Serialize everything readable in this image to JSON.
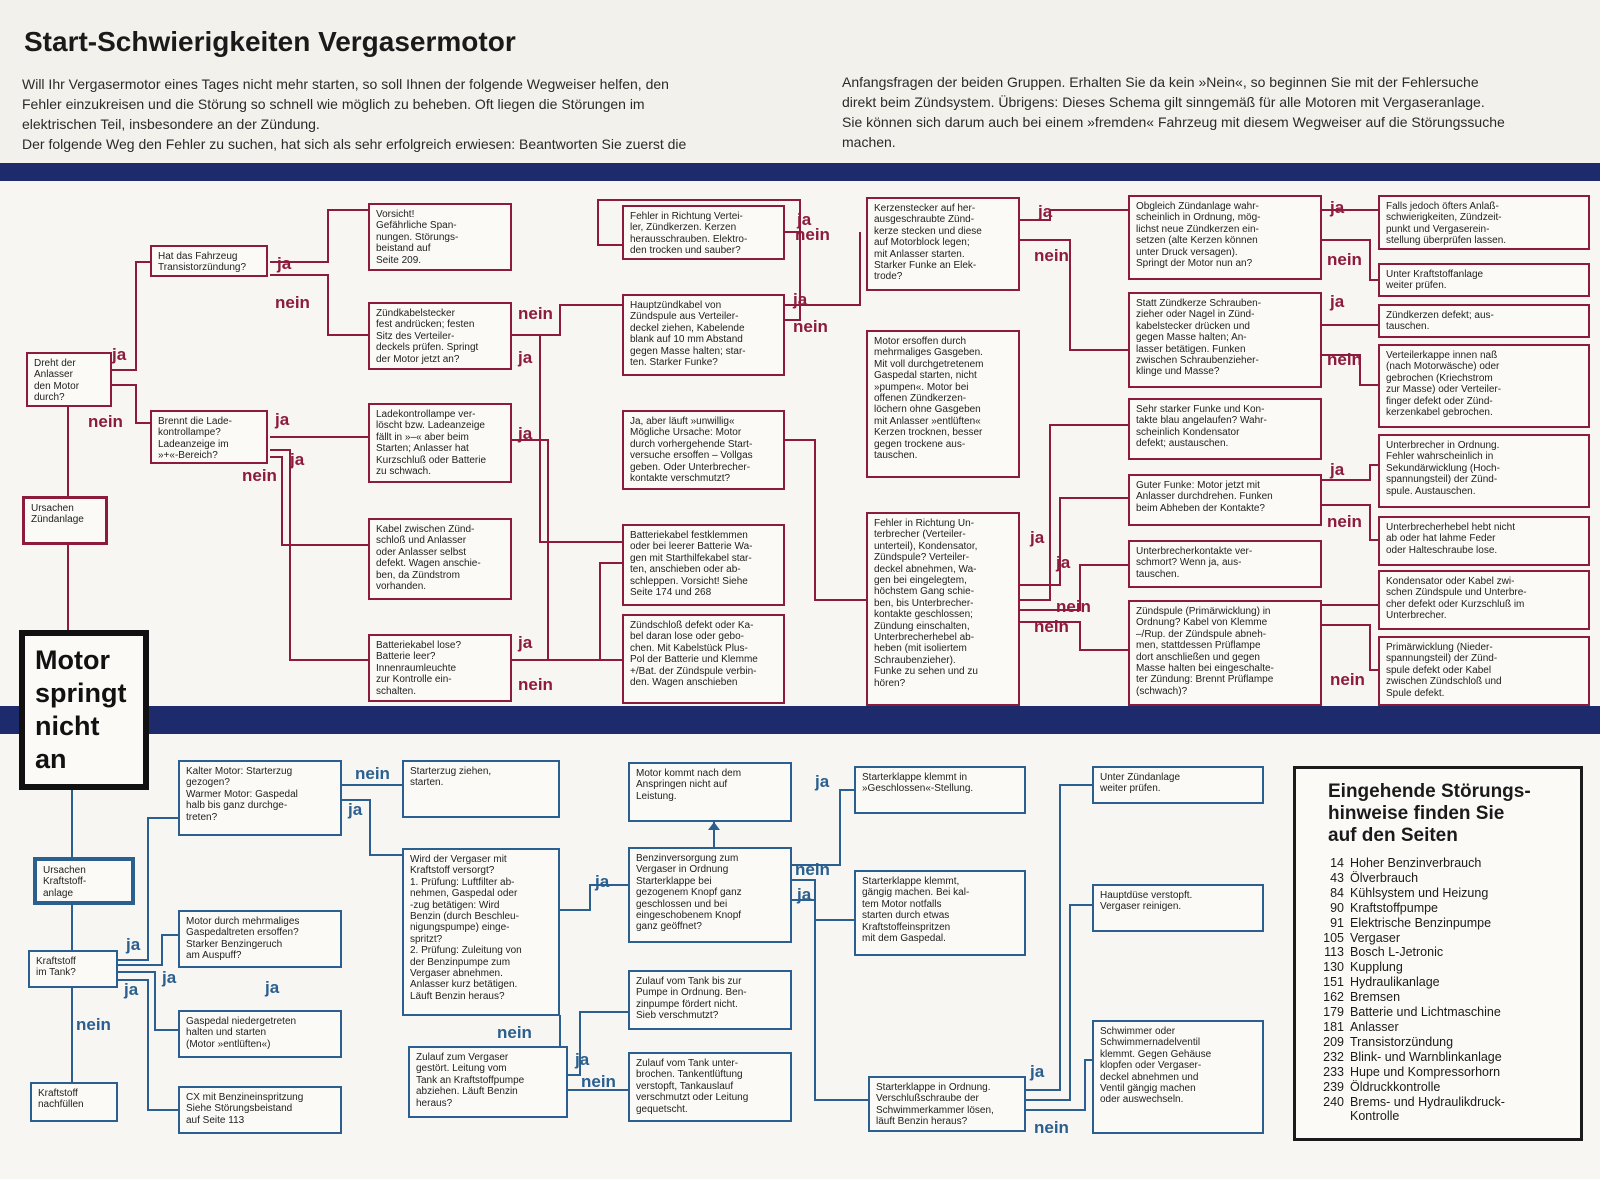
{
  "title": "Start-Schwierigkeiten Vergasermotor",
  "intro": {
    "left_lines": [
      "Will Ihr Vergasermotor eines Tages nicht mehr starten, so soll Ihnen der folgende Wegweiser helfen, den",
      "Fehler einzukreisen und die Störung so schnell wie möglich zu beheben. Oft liegen die Störungen im",
      "elektrischen Teil, insbesondere an der Zündung.",
      "Der folgende Weg den Fehler zu suchen, hat sich als sehr erfolgreich erwiesen: Beantworten Sie zuerst die"
    ],
    "right_lines": [
      "Anfangsfragen der beiden Gruppen. Erhalten Sie da kein »Nein«, so beginnen Sie mit der Fehlersuche",
      "direkt beim Zündsystem. Übrigens: Dieses Schema gilt sinngemäß für alle Motoren mit Vergaseranlage.",
      "Sie können sich darum auch bei einem »fremden« Fahrzeug mit diesem Wegweiser auf die Störungssuche",
      "machen."
    ]
  },
  "main_box": "Motor\nspringt\nnicht\nan",
  "nodes": [
    {
      "id": "z_cause",
      "text": "Ursachen\nZündanlage"
    },
    {
      "id": "z_dreht",
      "text": "Dreht der\nAnlasser\nden Motor\ndurch?"
    },
    {
      "id": "z_transistor",
      "text": "Hat das Fahrzeug\nTransistorzündung?"
    },
    {
      "id": "z_vorsicht",
      "text": "Vorsicht!\nGefährliche Span-\nnungen. Störungs-\nbeistand auf\nSeite 209."
    },
    {
      "id": "z_zuendkabelstecker",
      "text": "Zündkabelstecker\nfest andrücken; festen\nSitz des Verteiler-\ndeckels prüfen. Springt\nder Motor jetzt an?"
    },
    {
      "id": "z_ladekontroll",
      "text": "Brennt die Lade-\nkontrollampe?\nLadeanzeige im\n»+«-Bereich?"
    },
    {
      "id": "z_ladekontroll_verl",
      "text": "Ladekontrollampe ver-\nlöscht bzw. Ladeanzeige\nfällt in »–« aber beim\nStarten; Anlasser hat\nKurzschluß oder Batterie\nzu schwach."
    },
    {
      "id": "z_kabel_zuendschloss",
      "text": "Kabel zwischen Zünd-\nschloß und Anlasser\noder Anlasser selbst\ndefekt. Wagen anschie-\nben, da Zündstrom\nvorhanden."
    },
    {
      "id": "z_batteriekabel_lose",
      "text": "Batteriekabel lose?\nBatterie leer?\nInnenraumleuchte\nzur Kontrolle ein-\nschalten."
    },
    {
      "id": "z_fehler_kerzen",
      "text": "Fehler in Richtung Vertei-\nler, Zündkerzen. Kerzen\nherausschrauben. Elektro-\nden trocken und sauber?"
    },
    {
      "id": "z_hauptzuendkabel",
      "text": "Hauptzündkabel von\nZündspule aus Verteiler-\ndeckel ziehen, Kabelende\nblank auf 10 mm Abstand\ngegen Masse halten; star-\nten. Starker Funke?"
    },
    {
      "id": "z_unwillig",
      "text": "Ja, aber läuft »unwillig«\nMögliche Ursache: Motor\ndurch vorhergehende Start-\nversuche ersoffen – Vollgas\ngeben. Oder Unterbrecher-\nkontakte verschmutzt?"
    },
    {
      "id": "z_batteriekabel_fest",
      "text": "Batteriekabel festklemmen\noder bei leerer Batterie Wa-\ngen mit Starthilfekabel star-\nten, anschieben oder ab-\nschleppen. Vorsicht! Siehe\nSeite 174 und 268"
    },
    {
      "id": "z_zuendschloss_defekt",
      "text": "Zündschloß defekt oder Ka-\nbel daran lose oder gebo-\nchen. Mit Kabelstück Plus-\nPol der Batterie und Klemme\n+/Bat. der Zündspule verbin-\nden. Wagen anschieben"
    },
    {
      "id": "z_kerzenstecker",
      "text": "Kerzenstecker auf her-\nausgeschraubte Zünd-\nkerze stecken und diese\nauf Motorblock legen;\nmit Anlasser starten.\nStarker Funke an Elek-\ntrode?"
    },
    {
      "id": "z_ersoffen",
      "text": "Motor ersoffen durch\nmehrmaliges Gasgeben.\nMit voll durchgetretenem\nGaspedal starten, nicht\n»pumpen«. Motor bei\noffenen Zündkerzen-\nlöchern ohne Gasgeben\nmit Anlasser »entlüften«\nKerzen trocknen, besser\ngegen trockene aus-\ntauschen."
    },
    {
      "id": "z_fehler_unterbrecher",
      "text": "Fehler in Richtung Un-\nterbrecher (Verteiler-\nunterteil), Kondensator,\nZündspule? Verteiler-\ndeckel abnehmen, Wa-\ngen bei eingelegtem,\nhöchstem Gang schie-\nben, bis Unterbrecher-\nkontakte geschlossen;\nZündung einschalten,\nUnterbrecherhebel ab-\nheben (mit isoliertem\nSchraubenzieher).\nFunke zu sehen und zu\nhören?"
    },
    {
      "id": "z_obgleich",
      "text": "Obgleich Zündanlage wahr-\nscheinlich in Ordnung, mög-\nlichst neue Zündkerzen ein-\nsetzen (alte Kerzen können\nunter Druck versagen).\nSpringt der Motor nun an?"
    },
    {
      "id": "z_schraubenzieher",
      "text": "Statt Zündkerze Schrauben-\nzieher oder Nagel in Zünd-\nkabelstecker drücken und\ngegen Masse halten; An-\nlasser betätigen. Funken\nzwischen Schraubenzieher-\nklinge und Masse?"
    },
    {
      "id": "z_sehr_starker",
      "text": "Sehr starker Funke und Kon-\ntakte blau angelaufen? Wahr-\nscheinlich Kondensator\ndefekt; austauschen."
    },
    {
      "id": "z_guter_funke",
      "text": "Guter Funke: Motor jetzt mit\nAnlasser durchdrehen. Funken\nbeim Abheben der Kontakte?"
    },
    {
      "id": "z_unterbrecherkontakte",
      "text": "Unterbrecherkontakte ver-\nschmort? Wenn ja, aus-\ntauschen."
    },
    {
      "id": "z_zuendspule",
      "text": "Zündspule (Primärwicklung) in\nOrdnung? Kabel von Klemme\n–/Rup. der Zündspule abneh-\nmen, stattdessen Prüflampe\ndort anschließen und gegen\nMasse halten bei eingeschalte-\nter Zündung: Brennt Prüflampe\n(schwach)?"
    },
    {
      "id": "z_falls_jedoch",
      "text": "Falls jedoch öfters Anlaß-\nschwierigkeiten, Zündzeit-\npunkt und Vergaserein-\nstellung überprüfen lassen."
    },
    {
      "id": "z_unter_kraftstoff",
      "text": "Unter Kraftstoffanlage\nweiter prüfen."
    },
    {
      "id": "z_zuendkerzen_defekt",
      "text": "Zündkerzen defekt; aus-\ntauschen."
    },
    {
      "id": "z_verteilerkappe",
      "text": "Verteilerkappe innen naß\n(nach Motorwäsche) oder\ngebrochen (Kriechstrom\nzur Masse) oder Verteiler-\nfinger defekt oder Zünd-\nkerzenkabel gebrochen."
    },
    {
      "id": "z_unterbrecher_ok",
      "text": "Unterbrecher in Ordnung.\nFehler wahrscheinlich in\nSekundärwicklung (Hoch-\nspannungsteil) der Zünd-\nspule. Austauschen."
    },
    {
      "id": "z_unterbrecherhebel",
      "text": "Unterbrecherhebel hebt nicht\nab oder hat lahme Feder\noder Halteschraube lose."
    },
    {
      "id": "z_kondensator",
      "text": "Kondensator oder Kabel zwi-\nschen Zündspule und Unterbre-\ncher defekt oder Kurzschluß im\nUnterbrecher."
    },
    {
      "id": "z_primaer",
      "text": "Primärwicklung (Nieder-\nspannungsteil) der Zünd-\nspule defekt oder Kabel\nzwischen Zündschloß und\nSpule defekt."
    },
    {
      "id": "k_cause",
      "text": "Ursachen\nKraftstoff-\nanlage"
    },
    {
      "id": "k_tank",
      "text": "Kraftstoff\nim Tank?"
    },
    {
      "id": "k_nachfuellen",
      "text": "Kraftstoff\nnachfüllen"
    },
    {
      "id": "k_kalter",
      "text": "Kalter Motor: Starterzug\ngezogen?\nWarmer Motor: Gaspedal\nhalb bis ganz durchge-\ntreten?"
    },
    {
      "id": "k_mehrmaliges",
      "text": "Motor durch mehrmaliges\nGaspedaltreten ersoffen?\nStarker Benzingeruch\nam Auspuff?"
    },
    {
      "id": "k_gaspedal",
      "text": "Gaspedal niedergetreten\nhalten und starten\n(Motor »entlüften«)"
    },
    {
      "id": "k_cx",
      "text": "CX mit Benzineinspritzung\nSiehe Störungsbeistand\nauf Seite 113"
    },
    {
      "id": "k_starterzug",
      "text": "Starterzug ziehen,\nstarten."
    },
    {
      "id": "k_vergaser",
      "text": "Wird der Vergaser mit\nKraftstoff versorgt?\n1. Prüfung: Luftfilter ab-\nnehmen, Gaspedal oder\n-zug betätigen: Wird\nBenzin (durch Beschleu-\nnigungspumpe) einge-\nspritzt?\n2. Prüfung: Zuleitung von\nder Benzinpumpe zum\nVergaser abnehmen.\nAnlasser kurz betätigen.\nLäuft Benzin heraus?"
    },
    {
      "id": "k_zulauf_gestoert",
      "text": "Zulauf zum Vergaser\ngestört. Leitung vom\nTank an Kraftstoffpumpe\nabziehen. Läuft Benzin\nheraus?"
    },
    {
      "id": "k_motor_kommt",
      "text": "Motor kommt nach dem\nAnspringen nicht auf\nLeistung."
    },
    {
      "id": "k_benzinversorgung",
      "text": "Benzinversorgung zum\nVergaser in Ordnung\nStarterklappe bei\ngezogenem Knopf ganz\ngeschlossen und bei\neingeschobenem Knopf\nganz geöffnet?"
    },
    {
      "id": "k_zulauf_ok",
      "text": "Zulauf vom Tank bis zur\nPumpe in Ordnung. Ben-\nzinpumpe fördert nicht.\nSieb verschmutzt?"
    },
    {
      "id": "k_zulauf_unterbrochen",
      "text": "Zulauf vom Tank unter-\nbrochen. Tankentlüftung\nverstopft, Tankauslauf\nverschmutzt oder Leitung\ngequetscht."
    },
    {
      "id": "k_starterklappe_klemmt",
      "text": "Starterklappe klemmt in\n»Geschlossen«-Stellung."
    },
    {
      "id": "k_starterklappe_gaengig",
      "text": "Starterklappe klemmt,\ngängig machen. Bei kal-\ntem Motor notfalls\nstarten durch etwas\nKraftstoffeinspritzen\nmit dem Gaspedal."
    },
    {
      "id": "k_starterklappe_ok",
      "text": "Starterklappe in Ordnung.\nVerschlußschraube der\nSchwimmerkammer lösen,\nläuft Benzin heraus?"
    },
    {
      "id": "k_unter_zuend",
      "text": "Unter Zündanlage\nweiter prüfen."
    },
    {
      "id": "k_hauptduese",
      "text": "Hauptdüse verstopft.\nVergaser reinigen."
    },
    {
      "id": "k_schwimmer",
      "text": "Schwimmer oder\nSchwimmernadelventil\nklemmt. Gegen Gehäuse\nklopfen oder Vergaser-\ndeckel abnehmen und\nVentil gängig machen\noder auswechseln."
    }
  ],
  "labels": [
    {
      "text": "ja",
      "color": "red"
    },
    {
      "text": "nein",
      "color": "red"
    },
    {
      "text": "ja",
      "color": "red"
    },
    {
      "text": "nein",
      "color": "red"
    },
    {
      "text": "ja",
      "color": "red"
    },
    {
      "text": "nein",
      "color": "red"
    },
    {
      "text": "ja",
      "color": "red"
    },
    {
      "text": "nein",
      "color": "red"
    },
    {
      "text": "ja",
      "color": "red"
    },
    {
      "text": "ja",
      "color": "red"
    },
    {
      "text": "nein",
      "color": "red"
    },
    {
      "text": "ja",
      "color": "red"
    },
    {
      "text": "nein",
      "color": "red"
    },
    {
      "text": "ja",
      "color": "red"
    },
    {
      "text": "nein",
      "color": "red"
    },
    {
      "text": "ja",
      "color": "red"
    },
    {
      "text": "nein",
      "color": "red"
    },
    {
      "text": "ja",
      "color": "red"
    },
    {
      "text": "ja",
      "color": "red"
    },
    {
      "text": "nein",
      "color": "red"
    },
    {
      "text": "nein",
      "color": "red"
    },
    {
      "text": "ja",
      "color": "red"
    },
    {
      "text": "nein",
      "color": "red"
    },
    {
      "text": "ja",
      "color": "red"
    },
    {
      "text": "nein",
      "color": "red"
    },
    {
      "text": "ja",
      "color": "red"
    },
    {
      "text": "nein",
      "color": "red"
    },
    {
      "text": "ja",
      "color": "red"
    },
    {
      "text": "nein",
      "color": "red"
    },
    {
      "text": "nein",
      "color": "blue"
    },
    {
      "text": "ja",
      "color": "blue"
    },
    {
      "text": "ja",
      "color": "blue"
    },
    {
      "text": "ja",
      "color": "blue"
    },
    {
      "text": "ja",
      "color": "blue"
    },
    {
      "text": "ja",
      "color": "blue"
    },
    {
      "text": "nein",
      "color": "blue"
    },
    {
      "text": "ja",
      "color": "blue"
    },
    {
      "text": "nein",
      "color": "blue"
    },
    {
      "text": "ja",
      "color": "blue"
    },
    {
      "text": "nein",
      "color": "blue"
    },
    {
      "text": "ja",
      "color": "blue"
    },
    {
      "text": "nein",
      "color": "blue"
    },
    {
      "text": "ja",
      "color": "blue"
    },
    {
      "text": "ja",
      "color": "blue"
    },
    {
      "text": "nein",
      "color": "blue"
    }
  ],
  "pages_box": {
    "title": "Eingehende Störungs-\nhinweise finden Sie\nauf den Seiten",
    "entries": [
      {
        "page": "14",
        "topic": "Hoher Benzinverbrauch"
      },
      {
        "page": "43",
        "topic": "Ölverbrauch"
      },
      {
        "page": "84",
        "topic": "Kühlsystem und Heizung"
      },
      {
        "page": "90",
        "topic": "Kraftstoffpumpe"
      },
      {
        "page": "91",
        "topic": "Elektrische Benzinpumpe"
      },
      {
        "page": "105",
        "topic": "Vergaser"
      },
      {
        "page": "113",
        "topic": "Bosch L-Jetronic"
      },
      {
        "page": "130",
        "topic": "Kupplung"
      },
      {
        "page": "151",
        "topic": "Hydraulikanlage"
      },
      {
        "page": "162",
        "topic": "Bremsen"
      },
      {
        "page": "179",
        "topic": "Batterie und Lichtmaschine"
      },
      {
        "page": "181",
        "topic": "Anlasser"
      },
      {
        "page": "209",
        "topic": "Transistorzündung"
      },
      {
        "page": "232",
        "topic": "Blink- und Warnblinkanlage"
      },
      {
        "page": "233",
        "topic": "Hupe und Kompressorhorn"
      },
      {
        "page": "239",
        "topic": "Öldruckkontrolle"
      },
      {
        "page": "240",
        "topic": "Brems- und Hydraulikdruck-"
      },
      {
        "page": "",
        "topic": "Kontrolle"
      }
    ]
  },
  "colors": {
    "ignition": "#8c1b3c",
    "fuel": "#2a5f8f",
    "band": "#1d2a6b",
    "paper": "#f3f1ec"
  }
}
